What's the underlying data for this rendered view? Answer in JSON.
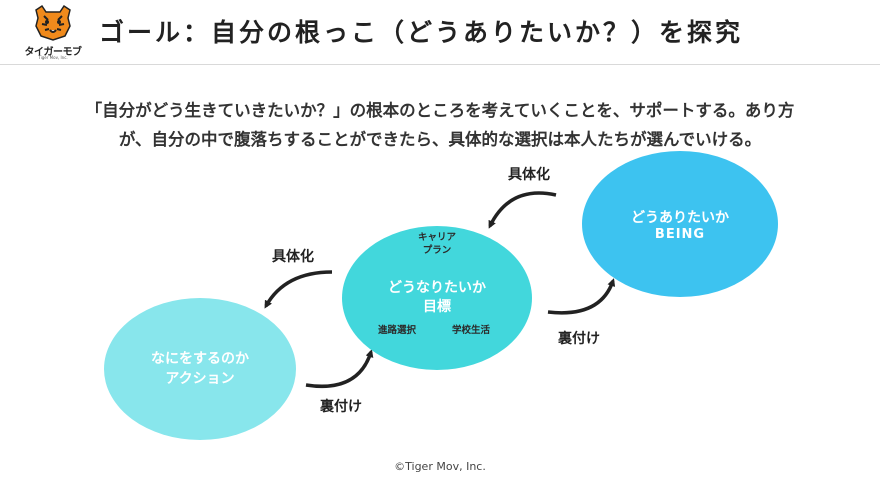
{
  "header": {
    "logo_label": "タイガーモブ",
    "logo_sub": "Tiger Mov, Inc.",
    "title": "ゴール：自分の根っこ（どうありたいか？）を探究"
  },
  "intro": {
    "line1": "「自分がどう生きていきたいか？」の根本のところを考えていくことを、サポートする。あり方",
    "line2": "が、自分の中で腹落ちすることができたら、具体的な選択は本人たちが選んでいける。"
  },
  "bubbles": {
    "being": {
      "line1": "どうありたいか",
      "line2": "BEING",
      "color": "#3dc3f0"
    },
    "goal": {
      "career_line1": "キャリア",
      "career_line2": "プラン",
      "line1": "どうなりたいか",
      "line2": "目標",
      "sub_left": "進路選択",
      "sub_right": "学校生活",
      "color": "#42d7dc"
    },
    "action": {
      "line1": "なにをするのか",
      "line2": "アクション",
      "color": "#88e6ec"
    }
  },
  "arrows": {
    "top_label": "具体化",
    "left_label": "具体化",
    "right_label": "裏付け",
    "bottom_label": "裏付け"
  },
  "footer": {
    "copyright": "©Tiger Mov, Inc."
  }
}
